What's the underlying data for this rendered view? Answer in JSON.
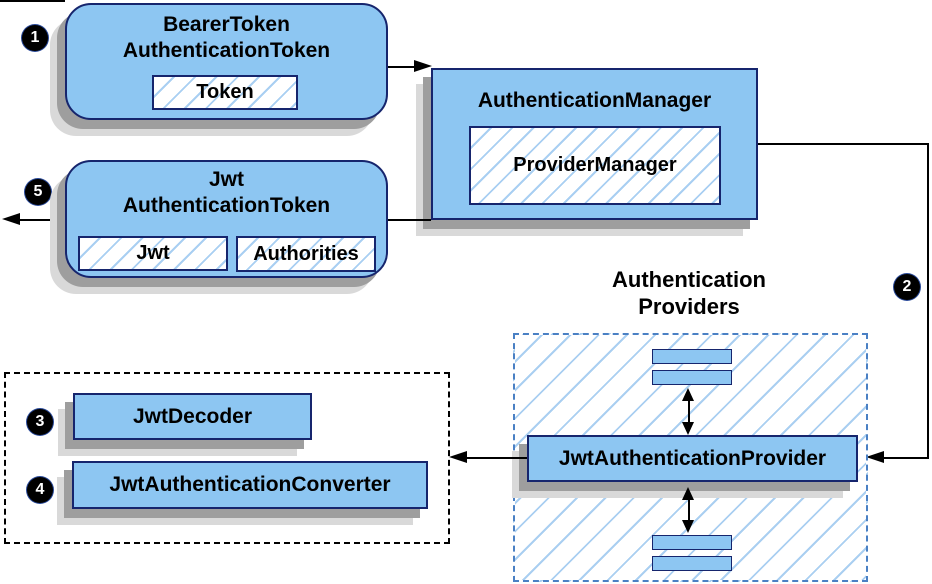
{
  "nodes": {
    "bearer_token": {
      "title_line1": "BearerToken",
      "title_line2": "AuthenticationToken",
      "field_token": "Token"
    },
    "auth_manager": {
      "title": "AuthenticationManager",
      "inner": "ProviderManager"
    },
    "jwt_token": {
      "title_line1": "Jwt",
      "title_line2": "AuthenticationToken",
      "field_jwt": "Jwt",
      "field_authorities": "Authorities"
    },
    "providers_group": {
      "label_line1": "Authentication",
      "label_line2": "Providers"
    },
    "jwt_auth_provider": {
      "label": "JwtAuthenticationProvider"
    },
    "jwt_decoder": {
      "label": "JwtDecoder"
    },
    "jwt_auth_converter": {
      "label": "JwtAuthenticationConverter"
    }
  },
  "steps": {
    "s1": "1",
    "s2": "2",
    "s3": "3",
    "s4": "4",
    "s5": "5"
  },
  "colors": {
    "node_fill": "#8dc6f2",
    "node_border": "#16256d",
    "hatch_line": "#a9cff2",
    "providers_dash_border": "#4a80c4",
    "decoder_dash_border": "#000000",
    "connector": "#000000",
    "badge_bg": "#000000",
    "badge_text": "#ffffff",
    "shadow_dark": "#9e9e9e",
    "shadow_light": "#d9d9d9"
  }
}
